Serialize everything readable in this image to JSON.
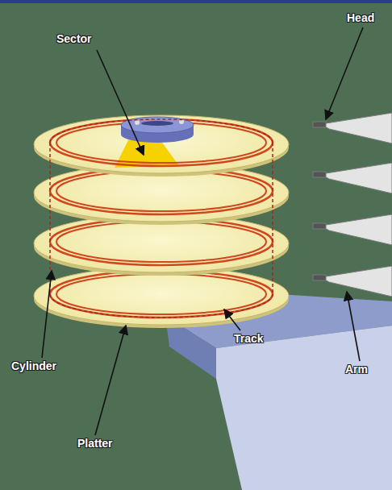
{
  "diagram": {
    "labels": [
      "Head",
      "Sector",
      "Track",
      "Cylinder",
      "Arm",
      "Platter"
    ]
  }
}
